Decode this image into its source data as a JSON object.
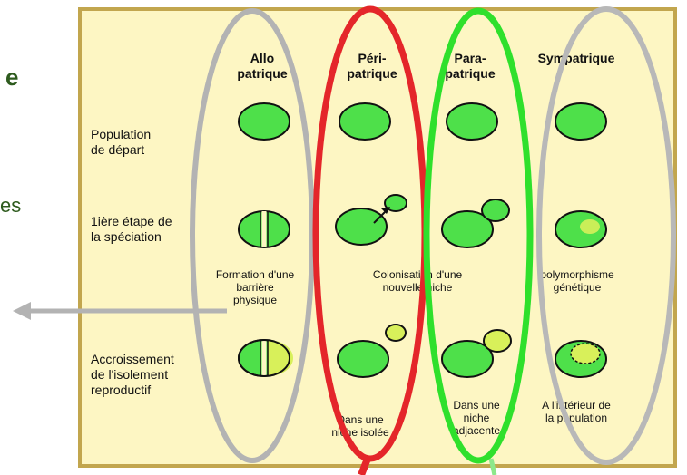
{
  "left_fragments": [
    "e",
    "es"
  ],
  "columns": [
    {
      "l1": "Allo",
      "l2": "patrique"
    },
    {
      "l1": "Péri-",
      "l2": "patrique"
    },
    {
      "l1": "Para-",
      "l2": "patrique"
    },
    {
      "l1": "Sympatrique",
      "l2": ""
    }
  ],
  "rows": [
    {
      "l1": "Population",
      "l2": "de départ",
      "l3": ""
    },
    {
      "l1": "1ière étape de",
      "l2": "la spéciation",
      "l3": ""
    },
    {
      "l1": "Accroissement",
      "l2": "de l'isolement",
      "l3": "reproductif"
    }
  ],
  "mechanisms": [
    {
      "l1": "Formation d'une",
      "l2": "barrière",
      "l3": "physique"
    },
    {
      "l1": "Colonisation d'une",
      "l2": "nouvelle niche",
      "l3": ""
    },
    {
      "l1": "polymorphisme",
      "l2": "génétique",
      "l3": ""
    }
  ],
  "final_notes": [
    {
      "l1": "Dans une",
      "l2": "niche isolée",
      "l3": ""
    },
    {
      "l1": "Dans une",
      "l2": "niche",
      "l3": "adjacente"
    },
    {
      "l1": "A l'intérieur de",
      "l2": "la population",
      "l3": ""
    }
  ],
  "colors": {
    "panel_bg": "#fdf6c3",
    "panel_border": "#c2a64e",
    "cell_green": "#4ee04a",
    "yellow_green": "#d8f05a",
    "ring_allo": "#b3b3b3",
    "ring_peri": "#e4262a",
    "ring_para": "#2fe02c",
    "ring_sym": "#b8b8b8",
    "arrow": "#b3b3b3",
    "left_text": "#2e5b1e"
  }
}
